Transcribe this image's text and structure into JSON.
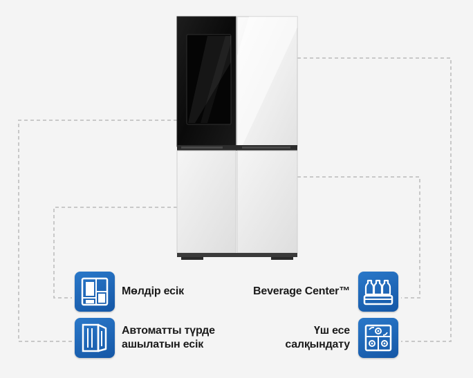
{
  "page": {
    "background": "#f4f4f4",
    "accent": "#1f6bbf"
  },
  "features": {
    "transparent_door": {
      "label": "Мөлдір есік",
      "icon": "transparent-door-icon"
    },
    "auto_open_door": {
      "label_line1": "Автоматты түрде",
      "label_line2": "ашылатын есік",
      "icon": "auto-open-door-icon"
    },
    "beverage_center": {
      "label": "Beverage Center™",
      "icon": "beverage-bottles-icon"
    },
    "triple_cooling": {
      "label_line1": "Үш есе",
      "label_line2": "салқындату",
      "icon": "triple-cooling-icon"
    }
  },
  "product": {
    "name": "four-door-refrigerator",
    "top_left_door_color": "#111111",
    "other_door_color": "#f2f2f2"
  }
}
